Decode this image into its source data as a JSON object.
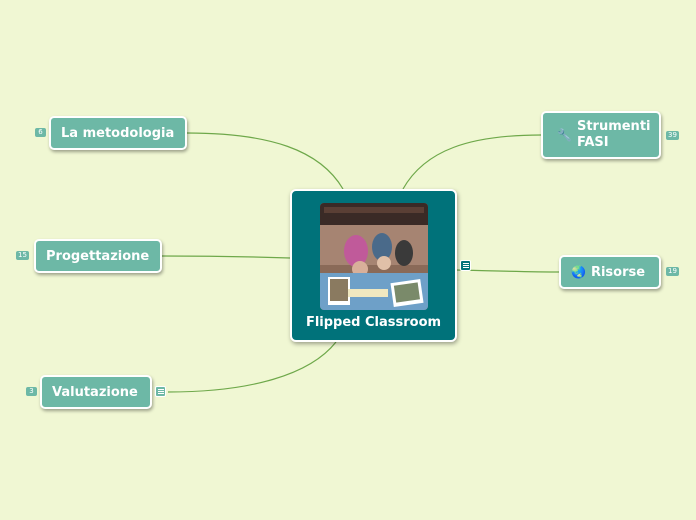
{
  "map": {
    "central": {
      "title": "Flipped Classroom"
    },
    "nodes": {
      "metodologia": {
        "label": "La metodologia",
        "count": "6"
      },
      "progettazione": {
        "label": "Progettazione",
        "count": "15"
      },
      "valutazione": {
        "label": "Valutazione",
        "count": "3"
      },
      "strumenti": {
        "label_line1": "Strumenti",
        "label_line2": "FASI",
        "count": "39",
        "icon": "tools-icon"
      },
      "risorse": {
        "label": "Risorse",
        "count": "19",
        "icon": "globe-icon"
      }
    }
  },
  "colors": {
    "background": "#f0f7d3",
    "node": "#6db8a6",
    "central": "#00727a",
    "link": "#6ea84a"
  }
}
